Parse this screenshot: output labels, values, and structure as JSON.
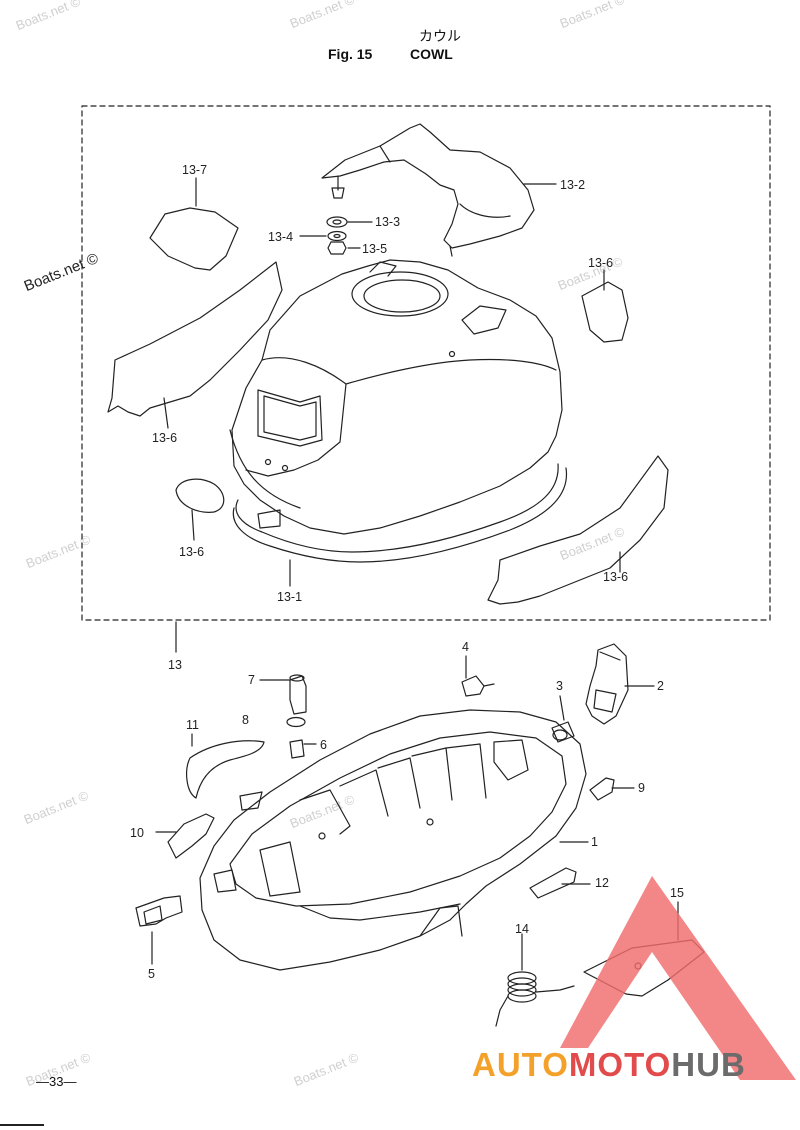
{
  "header": {
    "title_jp": "カウル",
    "fig_label": "Fig. 15",
    "title_en": "COWL"
  },
  "watermark": {
    "text": "Boats.net ©"
  },
  "callouts": {
    "c13_7": "13-7",
    "c13_2": "13-2",
    "c13_3": "13-3",
    "c13_4": "13-4",
    "c13_5": "13-5",
    "c13_6a": "13-6",
    "c13_6b": "13-6",
    "c13_6c": "13-6",
    "c13_6d": "13-6",
    "c13_1": "13-1",
    "c13": "13",
    "c1": "1",
    "c2": "2",
    "c3": "3",
    "c4": "4",
    "c5": "5",
    "c6": "6",
    "c7": "7",
    "c8": "8",
    "c9": "9",
    "c10": "10",
    "c11": "11",
    "c12": "12",
    "c14": "14",
    "c15": "15"
  },
  "footer": {
    "page_number": "—33—"
  },
  "logo": {
    "part_a": "AUTO",
    "part_b": "MOTO",
    "part_c": "HUB",
    "colors": {
      "auto": "#f3a12a",
      "moto": "#e24b4b",
      "hub": "#6b6b6b",
      "triangle": "#f06b6b"
    }
  }
}
